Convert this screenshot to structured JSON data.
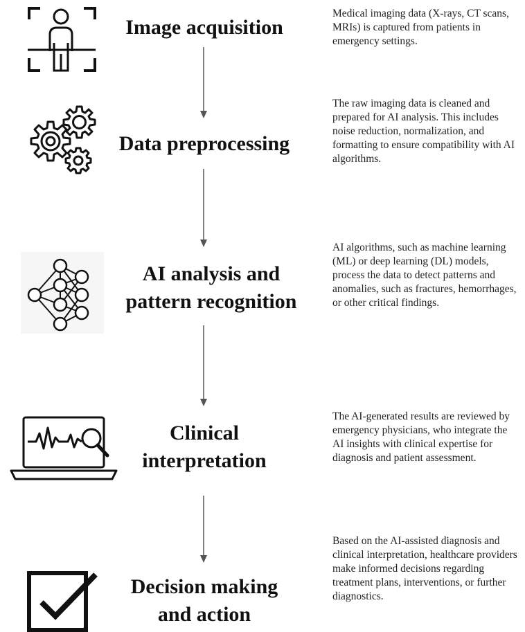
{
  "steps": [
    {
      "icon": "person-scan-icon",
      "title_lines": [
        "Image acquisition"
      ],
      "description": "Medical imaging data (X-rays, CT scans, MRIs) is captured from patients in emergency settings."
    },
    {
      "icon": "gears-icon",
      "title_lines": [
        "Data preprocessing"
      ],
      "description": "The raw imaging data is cleaned and prepared for AI analysis. This includes noise reduction, normalization, and formatting to ensure compatibility with AI algorithms."
    },
    {
      "icon": "neural-network-icon",
      "title_lines": [
        "AI analysis and",
        "pattern recognition"
      ],
      "description": "AI algorithms, such as machine learning (ML) or deep learning (DL) models, process the data to detect patterns and anomalies, such as fractures, hemorrhages, or other critical findings."
    },
    {
      "icon": "laptop-magnifier-icon",
      "title_lines": [
        "Clinical",
        "interpretation"
      ],
      "description": "The AI-generated results are reviewed by emergency physicians, who integrate the AI insights with clinical expertise for diagnosis and patient assessment."
    },
    {
      "icon": "checkbox-icon",
      "title_lines": [
        "Decision making",
        "and action"
      ],
      "description": "Based on the AI-assisted diagnosis and clinical interpretation, healthcare providers make informed decisions regarding treatment plans, interventions, or further diagnostics."
    }
  ]
}
